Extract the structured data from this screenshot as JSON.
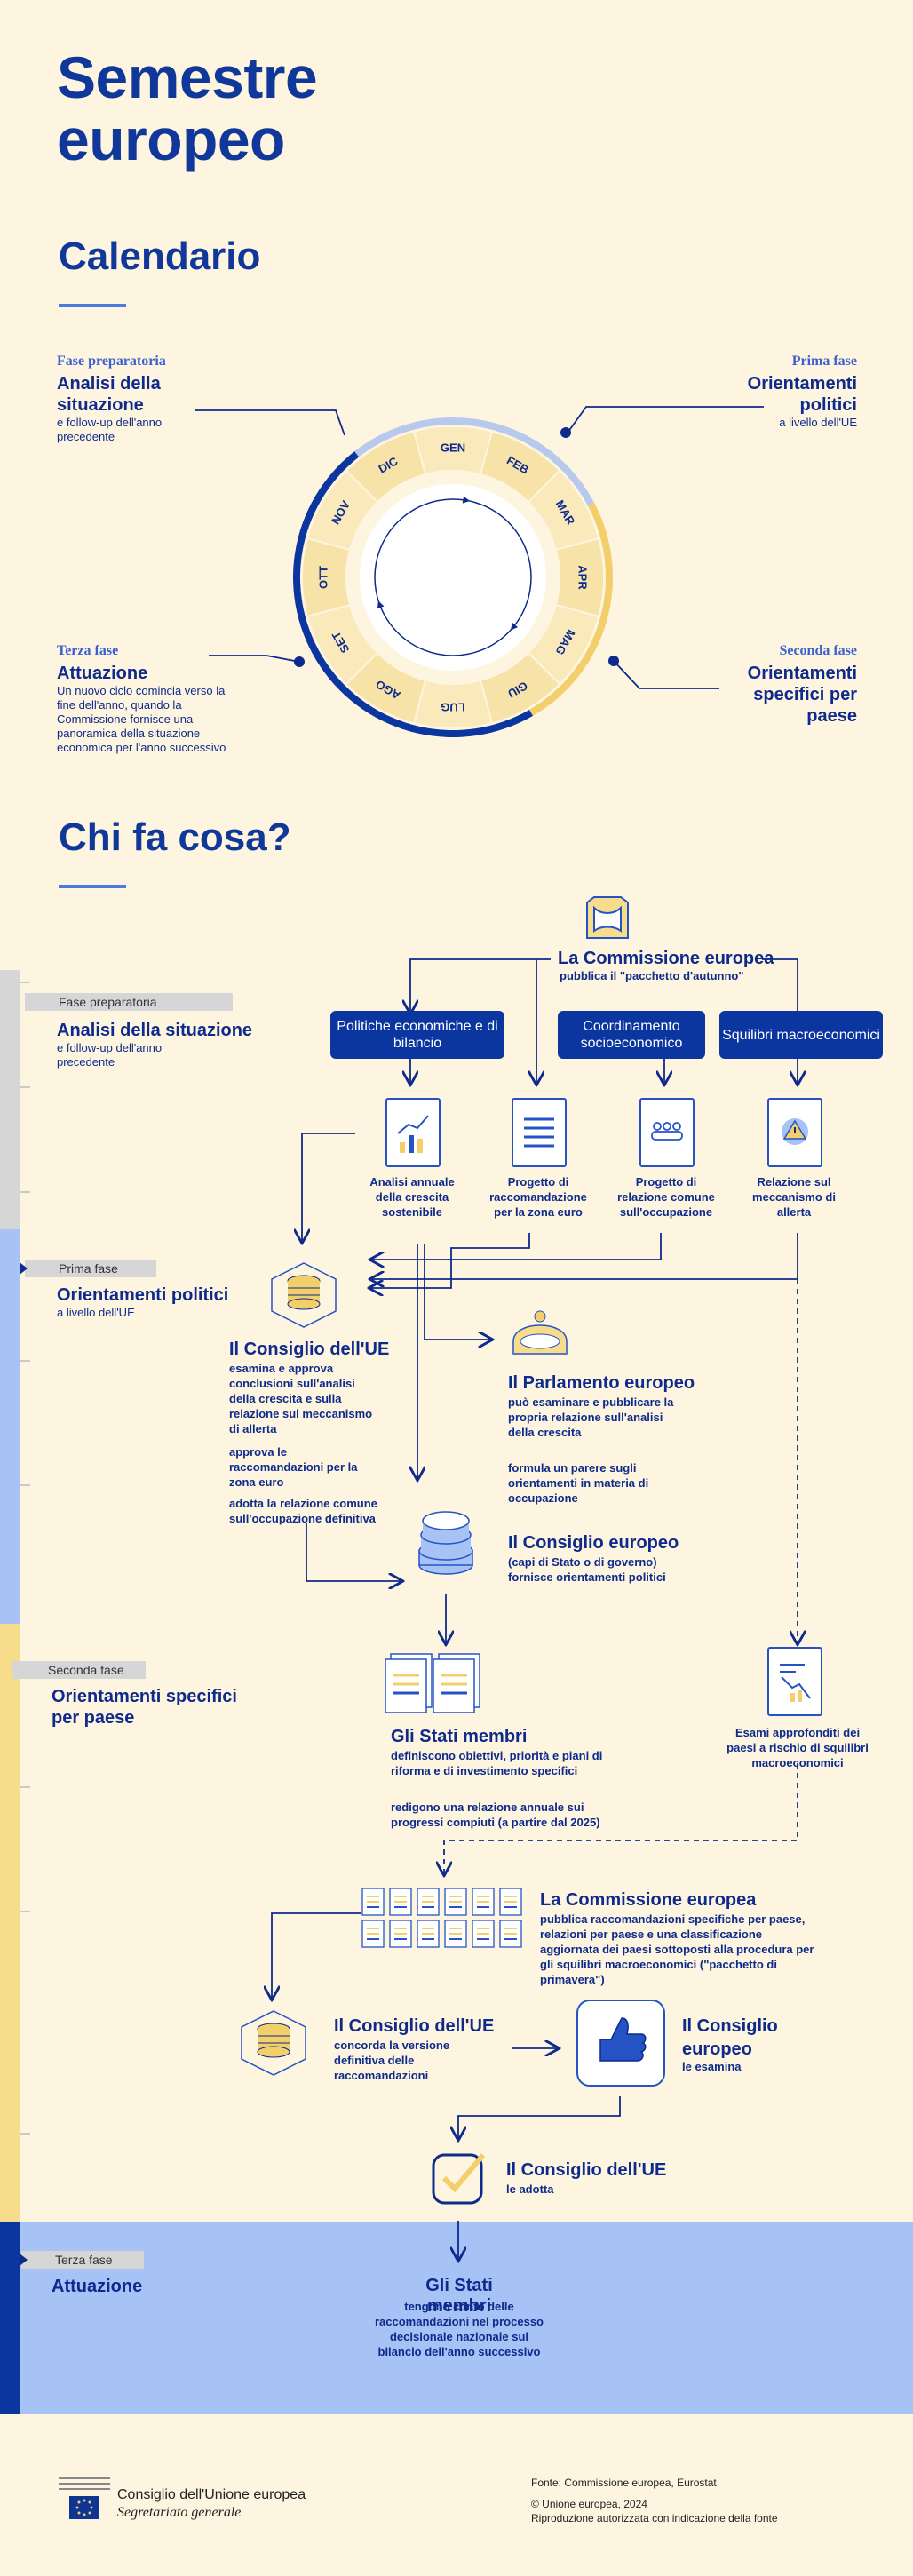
{
  "title_line1": "Semestre",
  "title_line2": "europeo",
  "calendar": {
    "heading": "Calendario",
    "months": [
      "GEN",
      "FEB",
      "MAR",
      "APR",
      "MAG",
      "GIU",
      "LUG",
      "AGO",
      "SET",
      "OTT",
      "NOV",
      "DIC"
    ],
    "phases": {
      "prep": {
        "label": "Fase preparatoria",
        "title": "Analisi della situazione",
        "sub": "e follow-up dell'anno precedente"
      },
      "first": {
        "label": "Prima fase",
        "title": "Orientamenti politici",
        "sub": "a livello dell'UE"
      },
      "second": {
        "label": "Seconda fase",
        "title": "Orientamenti specifici per paese"
      },
      "third": {
        "label": "Terza fase",
        "title": "Attuazione",
        "sub": "Un nuovo ciclo comincia verso la fine dell'anno, quando la Commissione fornisce una panoramica della situazione economica per l'anno successivo"
      }
    }
  },
  "who": {
    "heading": "Chi fa cosa?",
    "sections": {
      "prep": {
        "tag": "Fase preparatoria",
        "title": "Analisi della situazione",
        "sub": "e follow-up dell'anno precedente"
      },
      "first": {
        "tag": "Prima fase",
        "title": "Orientamenti politici",
        "sub": "a livello dell'UE"
      },
      "second": {
        "tag": "Seconda fase",
        "title": "Orientamenti specifici per paese"
      },
      "third": {
        "tag": "Terza fase",
        "title": "Attuazione"
      }
    },
    "commission1": {
      "title": "La Commissione europea",
      "sub": "pubblica il \"pacchetto d'autunno\""
    },
    "boxes": [
      "Politiche economiche e di bilancio",
      "Coordinamento socioeconomico",
      "Squilibri macroeconomici"
    ],
    "docs": [
      "Analisi annuale della crescita sostenibile",
      "Progetto di raccomandazione per la zona euro",
      "Progetto di relazione comune sull'occupazione",
      "Relazione sul meccanismo di allerta"
    ],
    "council1": {
      "title": "Il Consiglio dell'UE",
      "p1": "esamina e approva conclusioni sull'analisi della crescita e sulla relazione sul meccanismo di allerta",
      "p2": "approva le raccomandazioni per la zona euro",
      "p3": "adotta la relazione comune sull'occupazione definitiva"
    },
    "parliament": {
      "title": "Il Parlamento europeo",
      "p1": "può esaminare e pubblicare la propria relazione sull'analisi della crescita",
      "p2": "formula un parere sugli orientamenti in materia di occupazione"
    },
    "euco": {
      "title": "Il Consiglio europeo",
      "p1": "(capi di Stato o di governo) fornisce orientamenti politici"
    },
    "member": {
      "title": "Gli Stati membri",
      "p1": "definiscono obiettivi, priorità e piani di riforma e di investimento specifici",
      "p2": "redigono una relazione annuale sui progressi compiuti (a partire dal 2025)"
    },
    "indepth": "Esami approfonditi dei paesi a rischio di squilibri macroeconomici",
    "commission2": {
      "title": "La Commissione europea",
      "p1": "pubblica raccomandazioni specifiche per paese, relazioni per paese e una classificazione aggiornata dei paesi sottoposti alla procedura per gli squilibri macroeconomici (\"pacchetto di primavera\")"
    },
    "council2": {
      "title": "Il Consiglio dell'UE",
      "p1": "concorda la versione definitiva delle raccomandazioni"
    },
    "euco2": {
      "title": "Il Consiglio europeo",
      "p1": "le esamina"
    },
    "council3": {
      "title": "Il Consiglio dell'UE",
      "p1": "le adotta"
    },
    "member2": {
      "title": "Gli Stati membri",
      "p1": "tengono conto delle raccomandazioni nel processo decisionale nazionale sul bilancio dell'anno successivo"
    }
  },
  "footer": {
    "org": "Consiglio dell'Unione europea",
    "org2": "Segretariato generale",
    "source": "Fonte: Commissione europea, Eurostat",
    "copy": "© Unione europea, 2024",
    "repro": "Riproduzione autorizzata con indicazione della fonte"
  },
  "colors": {
    "navy": "#0e2a8c",
    "blue": "#2553c6",
    "yellow": "#f2cf6a",
    "lightblue": "#a7c3f5",
    "grey": "#d6d6d6",
    "bg": "#fdf5df"
  }
}
